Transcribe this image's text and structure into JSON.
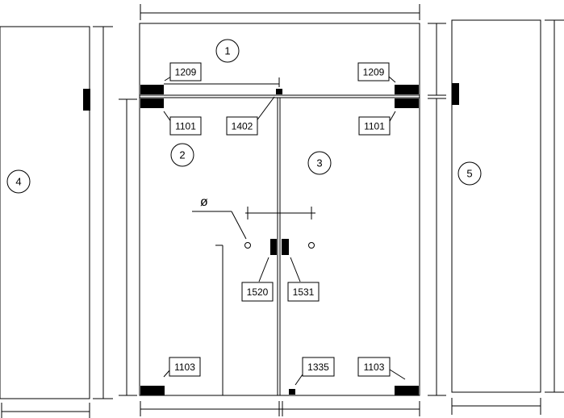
{
  "parts": {
    "p1": "1209",
    "p2": "1209",
    "p3": "1101",
    "p4": "1402",
    "p5": "1101",
    "p6": "1520",
    "p7": "1531",
    "p8": "1103",
    "p9": "1335",
    "p10": "1103"
  },
  "panels": {
    "n1": "1",
    "n2": "2",
    "n3": "3",
    "n4": "4",
    "n5": "5"
  },
  "symbols": {
    "diameter": "ø"
  }
}
